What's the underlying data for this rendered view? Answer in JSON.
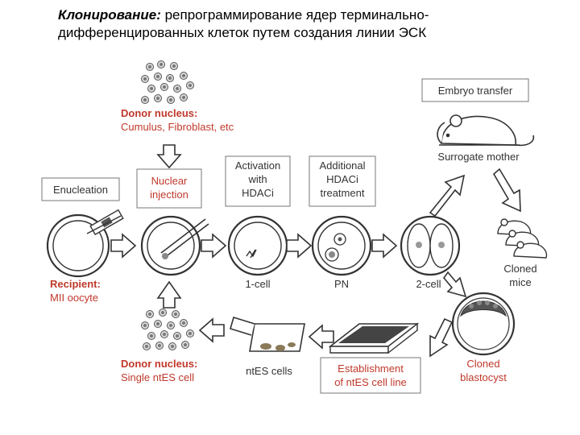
{
  "title": {
    "bold": "Клонирование:",
    "rest": " репрограммирование ядер терминально-дифференцированных клеток путем создания линии ЭСК"
  },
  "labels": {
    "donor_top_bold": "Donor nucleus:",
    "donor_top_sub": "Cumulus, Fibroblast, etc",
    "enucleation": "Enucleation",
    "nuclear_injection_1": "Nuclear",
    "nuclear_injection_2": "injection",
    "activation_1": "Activation",
    "activation_2": "with",
    "activation_3": "HDACi",
    "additional_1": "Additional",
    "additional_2": "HDACi",
    "additional_3": "treatment",
    "embryo_transfer": "Embryo transfer",
    "surrogate_mother": "Surrogate mother",
    "recipient_bold": "Recipient:",
    "recipient_sub": "MII oocyte",
    "one_cell": "1-cell",
    "pn": "PN",
    "two_cell": "2-cell",
    "cloned_mice_1": "Cloned",
    "cloned_mice_2": "mice",
    "donor_bottom_bold": "Donor nucleus:",
    "donor_bottom_sub": "Single ntES cell",
    "ntes_cells": "ntES cells",
    "establishment_1": "Establishment",
    "establishment_2": "of ntES cell line",
    "cloned_blastocyst_1": "Cloned",
    "cloned_blastocyst_2": "blastocyst"
  },
  "colors": {
    "accent_red": "#c0392b",
    "line": "#333333"
  }
}
